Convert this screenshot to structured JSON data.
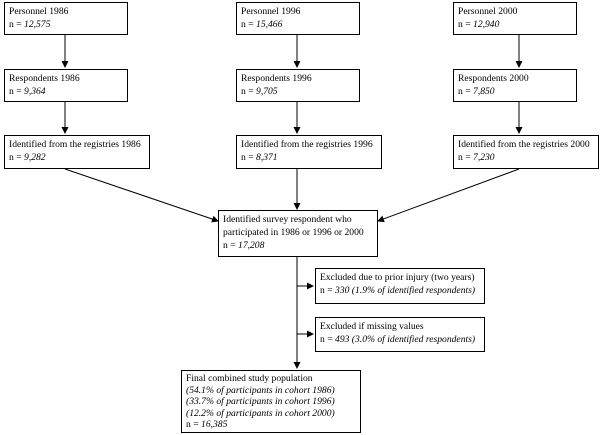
{
  "boxes": {
    "personnel_1986": {
      "title": "Personnel 1986",
      "n_prefix": "n = ",
      "n": "12,575"
    },
    "personnel_1996": {
      "title": "Personnel 1996",
      "n_prefix": "n = ",
      "n": "15,466"
    },
    "personnel_2000": {
      "title": "Personnel 2000",
      "n_prefix": "n = ",
      "n": "12,940"
    },
    "respondents_1986": {
      "title": "Respondents 1986",
      "n_prefix": "n = ",
      "n": "9,364"
    },
    "respondents_1996": {
      "title": "Respondents 1996",
      "n_prefix": "n = ",
      "n": "9,705"
    },
    "respondents_2000": {
      "title": "Respondents 2000",
      "n_prefix": "n = ",
      "n": "7,850"
    },
    "identified_1986": {
      "title": "Identified from the registries 1986",
      "n_prefix": "n = ",
      "n": "9,282"
    },
    "identified_1996": {
      "title": "Identified from the registries 1996",
      "n_prefix": "n = ",
      "n": "8,371"
    },
    "identified_2000": {
      "title": "Identified from the registries 2000",
      "n_prefix": "n = ",
      "n": "7,230"
    },
    "combined": {
      "line1": "Identified survey respondent who",
      "line2": "participated in 1986 or 1996 or 2000",
      "n_prefix": "n = ",
      "n": "17,208"
    },
    "excluded_injury": {
      "title": "Excluded due to prior injury (two years)",
      "n_prefix": "n = ",
      "n": "330 (1.9% of identified respondents)"
    },
    "excluded_missing": {
      "title": "Excluded if missing values",
      "n_prefix": "n = ",
      "n": "493 (3.0% of identified respondents)"
    },
    "final": {
      "title": "Final combined study population",
      "pct_1986": "(54.1% of participants in cohort 1986)",
      "pct_1996": "(33.7% of participants in cohort 1996)",
      "pct_2000": "(12.2% of participants in cohort 2000)",
      "n_prefix": "n = ",
      "n": "16,385"
    }
  }
}
